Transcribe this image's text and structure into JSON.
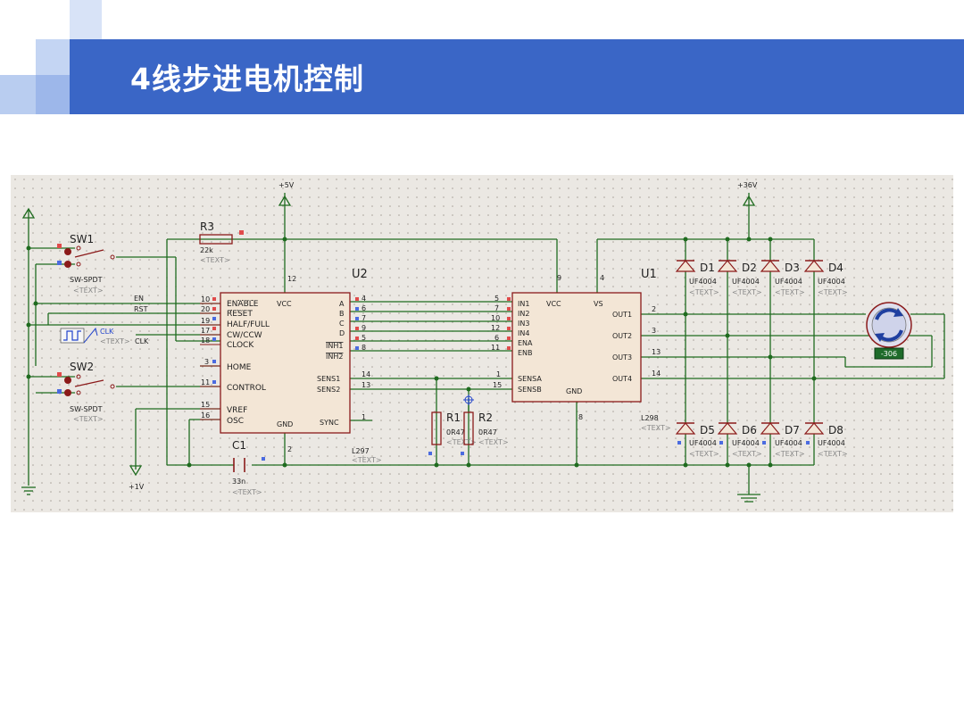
{
  "slide": {
    "title": "4线步进电机控制"
  },
  "colors": {
    "title_bar": "#3a66c6",
    "wire": "#1f6b1f",
    "component": "#8b1a1a",
    "chip_fill": "#f3e6d6",
    "canvas": "#ebe8e3"
  },
  "power": {
    "vcc5": "+5V",
    "vcc36": "+36V",
    "v1": "+1V"
  },
  "switches": [
    {
      "ref": "SW1",
      "type": "SW-SPDT",
      "text": "<TEXT>"
    },
    {
      "ref": "SW2",
      "type": "SW-SPDT",
      "text": "<TEXT>"
    }
  ],
  "r3": {
    "ref": "R3",
    "value": "22k",
    "text": "<TEXT>"
  },
  "clk": {
    "name": "CLK",
    "text": "<TEXT>",
    "net": "CLK"
  },
  "nets": {
    "en": "EN",
    "rst": "RST"
  },
  "u2": {
    "ref": "U2",
    "part": "L297",
    "text": "<TEXT>",
    "left_pins": [
      {
        "num": "10",
        "name": "ENABLE"
      },
      {
        "num": "20",
        "name": "RESET"
      },
      {
        "num": "19",
        "name": "HALF/FULL"
      },
      {
        "num": "17",
        "name": "CW/CCW"
      },
      {
        "num": "18",
        "name": "CLOCK"
      },
      {
        "num": "3",
        "name": "HOME"
      },
      {
        "num": "11",
        "name": "CONTROL"
      },
      {
        "num": "15",
        "name": "VREF"
      },
      {
        "num": "16",
        "name": "OSC"
      }
    ],
    "right_pins": [
      {
        "num": "4",
        "name": "A"
      },
      {
        "num": "6",
        "name": "B"
      },
      {
        "num": "7",
        "name": "C"
      },
      {
        "num": "9",
        "name": "D"
      },
      {
        "num": "5",
        "name": "INH1"
      },
      {
        "num": "8",
        "name": "INH2"
      },
      {
        "num": "14",
        "name": "SENS1"
      },
      {
        "num": "13",
        "name": "SENS2"
      },
      {
        "num": "1",
        "name": "SYNC"
      }
    ],
    "vcc": "VCC",
    "vcc_pin": "12",
    "gnd": "GND",
    "gnd_pin": "2"
  },
  "u1": {
    "ref": "U1",
    "part": "L298",
    "text": "<TEXT>",
    "left_pins": [
      {
        "num": "5",
        "name": "IN1"
      },
      {
        "num": "7",
        "name": "IN2"
      },
      {
        "num": "10",
        "name": "IN3"
      },
      {
        "num": "12",
        "name": "IN4"
      },
      {
        "num": "6",
        "name": "ENA"
      },
      {
        "num": "11",
        "name": "ENB"
      },
      {
        "num": "1",
        "name": "SENSA"
      },
      {
        "num": "15",
        "name": "SENSB"
      }
    ],
    "right_pins": [
      {
        "num": "2",
        "name": "OUT1"
      },
      {
        "num": "3",
        "name": "OUT2"
      },
      {
        "num": "13",
        "name": "OUT3"
      },
      {
        "num": "14",
        "name": "OUT4"
      }
    ],
    "vcc": "VCC",
    "vcc_pin": "9",
    "vs": "VS",
    "vs_pin": "4",
    "gnd": "GND",
    "gnd_pin": "8"
  },
  "c1": {
    "ref": "C1",
    "value": "33n",
    "text": "<TEXT>"
  },
  "r1": {
    "ref": "R1",
    "value": "0R47",
    "text": "<TEXT>"
  },
  "r2": {
    "ref": "R2",
    "value": "0R47",
    "text": "<TEXT>"
  },
  "diodes": [
    {
      "ref": "D1",
      "part": "UF4004",
      "text": "<TEXT>"
    },
    {
      "ref": "D2",
      "part": "UF4004",
      "text": "<TEXT>"
    },
    {
      "ref": "D3",
      "part": "UF4004",
      "text": "<TEXT>"
    },
    {
      "ref": "D4",
      "part": "UF4004",
      "text": "<TEXT>"
    },
    {
      "ref": "D5",
      "part": "UF4004",
      "text": "<TEXT>"
    },
    {
      "ref": "D6",
      "part": "UF4004",
      "text": "<TEXT>"
    },
    {
      "ref": "D7",
      "part": "UF4004",
      "text": "<TEXT>"
    },
    {
      "ref": "D8",
      "part": "UF4004",
      "text": "<TEXT>"
    }
  ],
  "motor": {
    "readout": "-306"
  }
}
